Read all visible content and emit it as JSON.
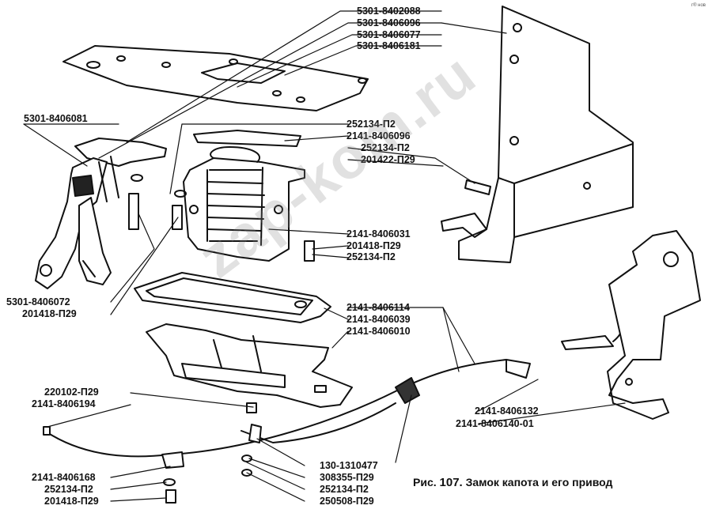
{
  "labels": {
    "l01": "5301-8402088",
    "l02": "5301-8406096",
    "l03": "5301-8406077",
    "l04": "5301-8406181",
    "l05": "5301-8406081",
    "l06": "252134-П2",
    "l07": "2141-8406096",
    "l08": "252134-П2",
    "l09": "201422-П29",
    "l10": "2141-8406031",
    "l11": "201418-П29",
    "l12": "252134-П2",
    "l13": "5301-8406072",
    "l14": "201418-П29",
    "l15": "2141-8406114",
    "l16": "2141-8406039",
    "l17": "2141-8406010",
    "l18": "220102-П29",
    "l19": "2141-8406194",
    "l20": "2141-8406132",
    "l21": "2141-8406140-01",
    "l22": "130-1310477",
    "l23": "2141-8406168",
    "l24": "308355-П29",
    "l25": "252134-П2",
    "l26": "252134-П2",
    "l27": "201418-П29",
    "l28": "250508-П29"
  },
  "caption": {
    "prefix": "Рис.",
    "number": "107.",
    "text": "Замок капота и его привод"
  },
  "watermark": "zap-kom.ru",
  "corner_mark": "г® нов"
}
